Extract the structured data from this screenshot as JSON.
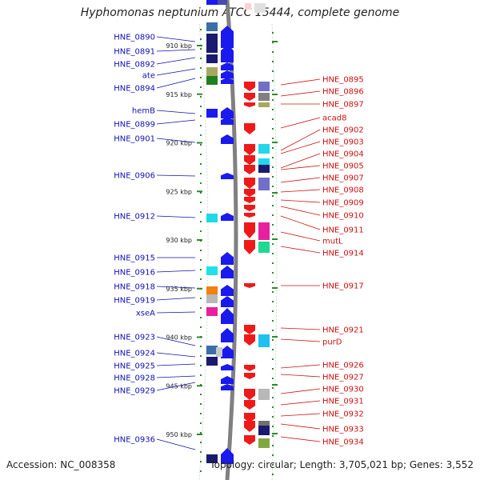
{
  "title": "Hyphomonas neptunium ATCC 15444, complete genome",
  "footer": {
    "accession": "Accession: NC_008358",
    "topology": "Topology: circular; Length: 3,705,021 bp; Genes: 3,552"
  },
  "ticks": [
    {
      "label": "910 kbp",
      "kbp": 910
    },
    {
      "label": "915 kbp",
      "kbp": 915
    },
    {
      "label": "920 kbp",
      "kbp": 920
    },
    {
      "label": "925 kbp",
      "kbp": 925
    },
    {
      "label": "930 kbp",
      "kbp": 930
    },
    {
      "label": "935 kbp",
      "kbp": 935
    },
    {
      "label": "940 kbp",
      "kbp": 940
    },
    {
      "label": "945 kbp",
      "kbp": 945
    },
    {
      "label": "950 kbp",
      "kbp": 950
    }
  ],
  "left_labels": [
    "HNE_0890",
    "HNE_0891",
    "HNE_0892",
    "ate",
    "HNE_0894",
    "hemB",
    "HNE_0899",
    "HNE_0901",
    "HNE_0906",
    "HNE_0912",
    "HNE_0915",
    "HNE_0916",
    "HNE_0918",
    "HNE_0919",
    "xseA",
    "HNE_0923",
    "HNE_0924",
    "HNE_0925",
    "HNE_0928",
    "HNE_0929",
    "HNE_0936"
  ],
  "right_labels": [
    "HNE_0895",
    "HNE_0896",
    "HNE_0897",
    "acad8",
    "HNE_0902",
    "HNE_0903",
    "HNE_0904",
    "HNE_0905",
    "HNE_0907",
    "HNE_0908",
    "HNE_0909",
    "HNE_0910",
    "HNE_0911",
    "mutL",
    "HNE_0914",
    "HNE_0917",
    "HNE_0921",
    "purD",
    "HNE_0926",
    "HNE_0927",
    "HNE_0930",
    "HNE_0931",
    "HNE_0932",
    "HNE_0933",
    "HNE_0934"
  ],
  "colors": {
    "forward_strand": "#1a1aee",
    "reverse_strand": "#ee1a1a",
    "left_label": "#1010b0",
    "right_label": "#d01010",
    "backbone": "#808080",
    "tick": "#2a8a2a"
  }
}
